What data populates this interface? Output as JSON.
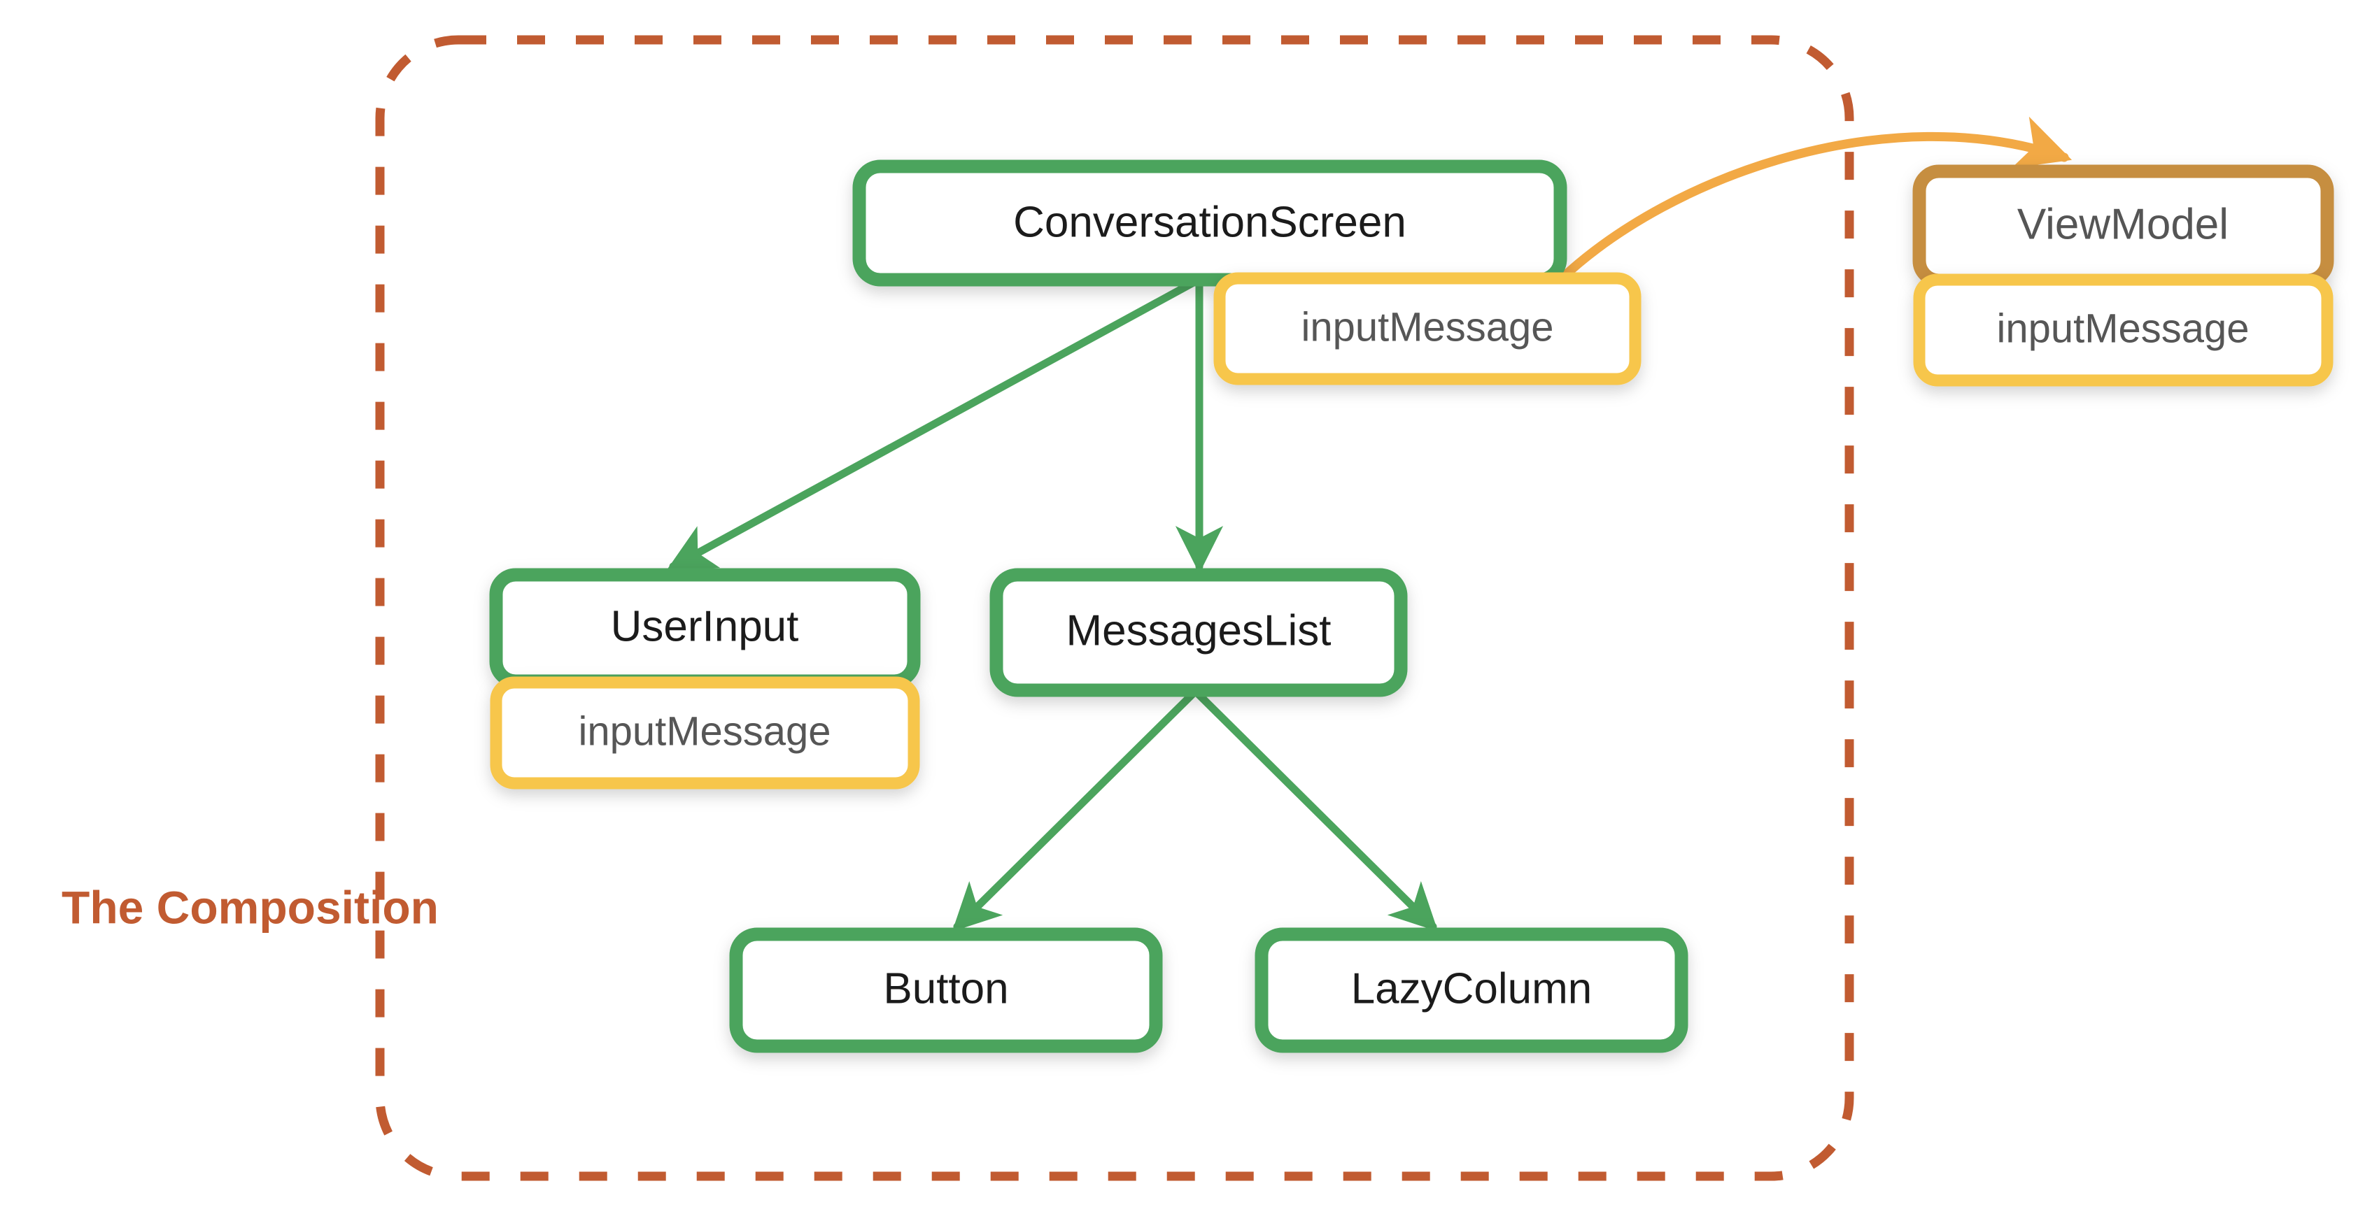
{
  "diagram": {
    "title_caption": "The Composition",
    "colors": {
      "composable_border": "#4BA45D",
      "state_border": "#F7C64C",
      "viewmodel_border": "#C68E40",
      "group_border": "#C15B31",
      "arrow_green": "#4BA45D",
      "arrow_orange": "#F2A945",
      "node_text": "#1b1b1b",
      "state_text": "#565656",
      "background": "#ffffff"
    },
    "group": {
      "caption": "The Composition",
      "style": "dashed",
      "caption_color": "#C15B31"
    },
    "nodes": [
      {
        "id": "conversation-screen",
        "label": "ConversationScreen",
        "kind": "composable"
      },
      {
        "id": "user-input",
        "label": "UserInput",
        "kind": "composable"
      },
      {
        "id": "messages-list",
        "label": "MessagesList",
        "kind": "composable"
      },
      {
        "id": "button",
        "label": "Button",
        "kind": "composable"
      },
      {
        "id": "lazy-column",
        "label": "LazyColumn",
        "kind": "composable"
      },
      {
        "id": "view-model",
        "label": "ViewModel",
        "kind": "viewmodel"
      }
    ],
    "state_chips": [
      {
        "id": "state-conversation-screen",
        "label": "inputMessage",
        "owner": "conversation-screen"
      },
      {
        "id": "state-user-input",
        "label": "inputMessage",
        "owner": "user-input"
      },
      {
        "id": "state-view-model",
        "label": "inputMessage",
        "owner": "view-model"
      }
    ],
    "edges": [
      {
        "id": "edge-conversation-to-user-input",
        "from": "ConversationScreen",
        "to": "UserInput",
        "color": "green"
      },
      {
        "id": "edge-conversation-to-messages-list",
        "from": "ConversationScreen",
        "to": "MessagesList",
        "color": "green"
      },
      {
        "id": "edge-messages-to-button",
        "from": "MessagesList",
        "to": "Button",
        "color": "green"
      },
      {
        "id": "edge-messages-to-lazy-column",
        "from": "MessagesList",
        "to": "LazyColumn",
        "color": "green"
      },
      {
        "id": "edge-conversation-to-view-model",
        "from": "ConversationScreen",
        "to": "ViewModel",
        "color": "orange"
      }
    ]
  }
}
